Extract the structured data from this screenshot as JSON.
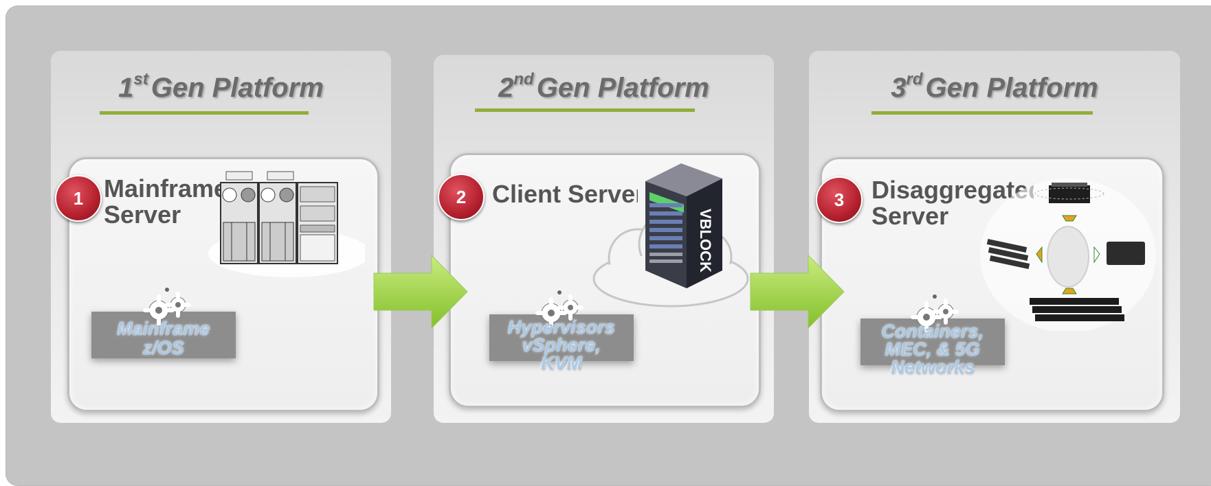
{
  "platforms": [
    {
      "title_ordinal": "1",
      "title_suffix": "st",
      "title_rest": "Gen Platform",
      "badge": "1",
      "server_line1": "Mainframe",
      "server_line2": "Server",
      "stack_lines": [
        "Mainframe",
        "z/OS"
      ]
    },
    {
      "title_ordinal": "2",
      "title_suffix": "nd",
      "title_rest": "Gen Platform",
      "badge": "2",
      "server_line1": "Client Server",
      "server_line2": "",
      "stack_lines": [
        "Hypervisors",
        "vSphere,",
        "KVM"
      ]
    },
    {
      "title_ordinal": "3",
      "title_suffix": "rd",
      "title_rest": "Gen Platform",
      "badge": "3",
      "server_line1": "Disaggregated",
      "server_line2": "Server",
      "stack_lines": [
        "Containers,",
        "MEC, & 5G",
        "Networks"
      ]
    }
  ],
  "rack_label": "VBLOCK",
  "icons": {
    "gears": "gears-icon",
    "mainframe": "mainframe-server-icon",
    "rack": "server-rack-icon",
    "cloud": "cloud-icon",
    "disaggregated": "disaggregated-servers-icon",
    "arrow": "arrow-right-icon"
  },
  "colors": {
    "accent_green": "#8fae3a",
    "arrow_green": "#a4d24a",
    "badge_red": "#b5202e",
    "text_blue": "#a9c9e8"
  }
}
